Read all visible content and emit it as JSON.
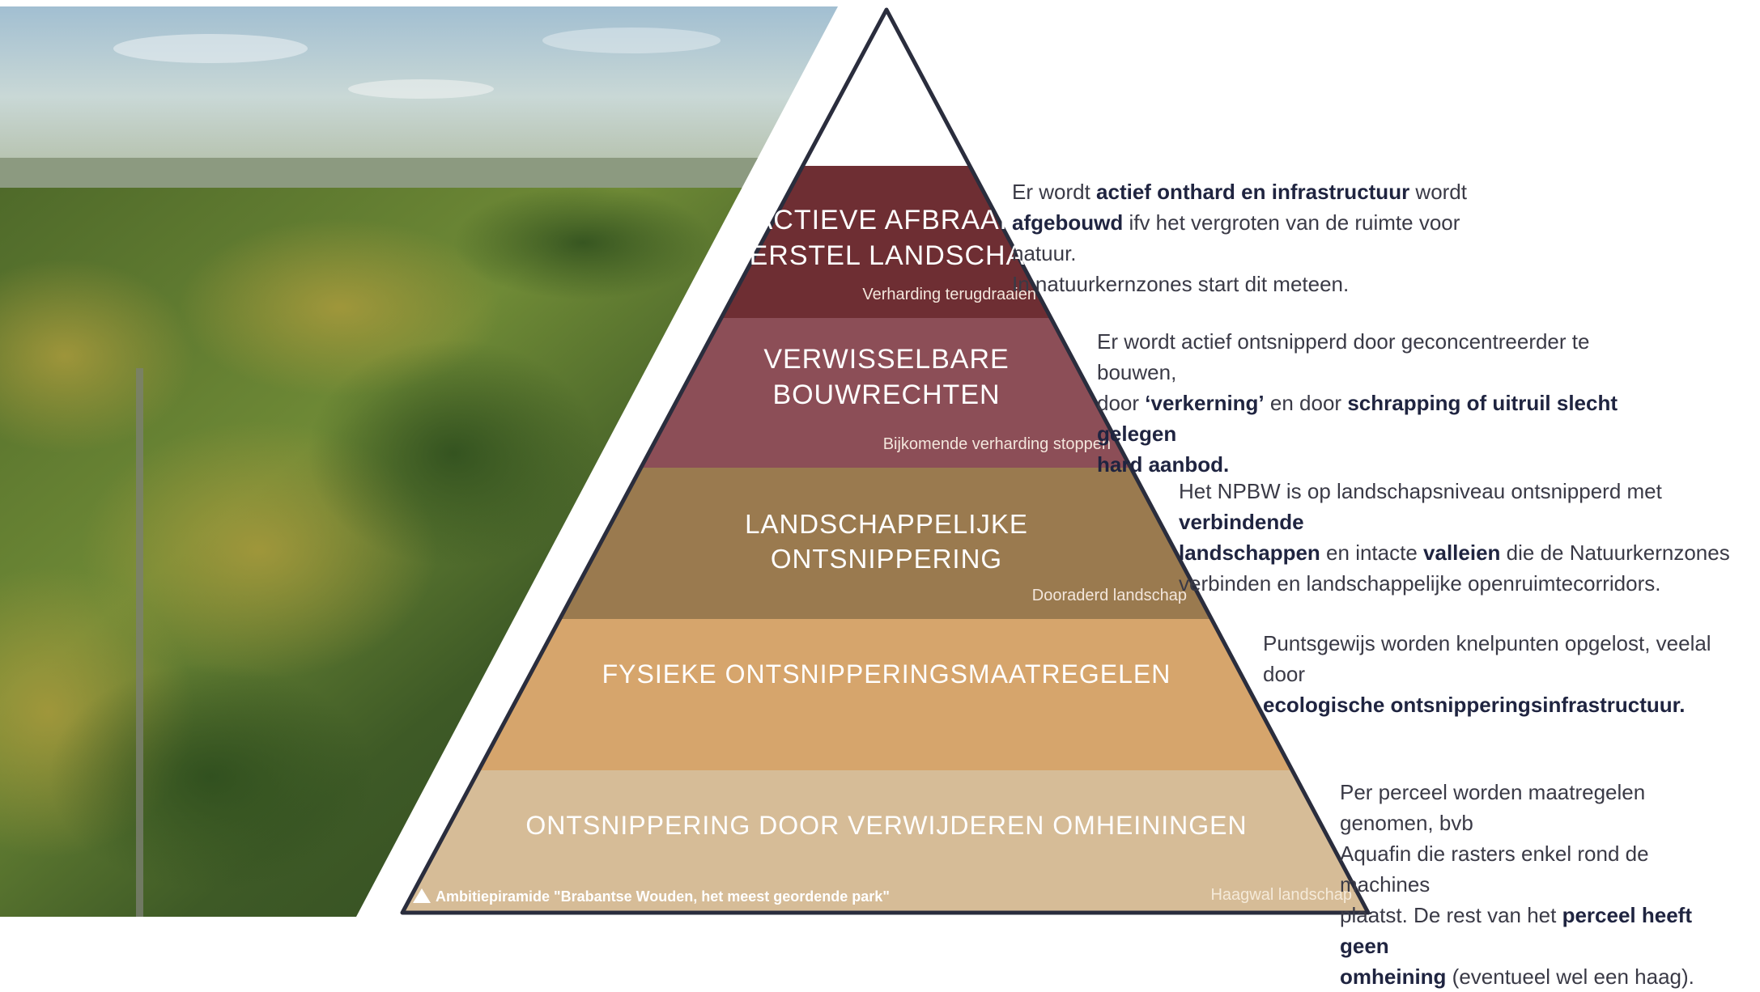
{
  "pyramid": {
    "tiers": [
      {
        "title_lines": [
          "ACTIEVE AFBRAAK",
          "HERSTEL LANDSCHAP"
        ],
        "subtitle": "Verharding terugdraaien",
        "color": "#6e2e33"
      },
      {
        "title_lines": [
          "VERWISSELBARE",
          "BOUWRECHTEN"
        ],
        "subtitle": "Bijkomende verharding stoppen",
        "color": "#8c4e57"
      },
      {
        "title_lines": [
          "LANDSCHAPPELIJKE ONTSNIPPERING"
        ],
        "subtitle": "Dooraderd landschap",
        "color": "#9a7a4f"
      },
      {
        "title_lines": [
          "FYSIEKE ONTSNIPPERINGSMAATREGELEN"
        ],
        "subtitle": "",
        "color": "#d6a56c"
      },
      {
        "title_lines": [
          "ONTSNIPPERING DOOR VERWIJDEREN OMHEININGEN"
        ],
        "subtitle": "Haagwal landschap",
        "color": "#d6bc97"
      }
    ],
    "caption": "Ambitiepiramide \"Brabantse Wouden, het meest geordende park\""
  },
  "descriptions": [
    {
      "lines": [
        [
          {
            "t": "Er wordt "
          },
          {
            "t": "actief onthard en infrastructuur",
            "b": true
          },
          {
            "t": " wordt"
          }
        ],
        [
          {
            "t": "afgebouwd",
            "b": true
          },
          {
            "t": " ifv het vergroten van de ruimte voor natuur."
          }
        ],
        [
          {
            "t": "In natuurkernzones start dit meteen."
          }
        ]
      ]
    },
    {
      "lines": [
        [
          {
            "t": "Er wordt actief ontsnipperd door geconcentreerder te bouwen,"
          }
        ],
        [
          {
            "t": "door "
          },
          {
            "t": "‘verkerning’",
            "b": true
          },
          {
            "t": " en door "
          },
          {
            "t": "schrapping of uitruil slecht gelegen",
            "b": true
          }
        ],
        [
          {
            "t": "hard aanbod.",
            "b": true
          }
        ]
      ]
    },
    {
      "lines": [
        [
          {
            "t": "Het NPBW is op landschapsniveau ontsnipperd met "
          },
          {
            "t": "verbindende",
            "b": true
          }
        ],
        [
          {
            "t": "landschappen",
            "b": true
          },
          {
            "t": " en intacte "
          },
          {
            "t": "valleien",
            "b": true
          },
          {
            "t": " die de Natuurkernzones"
          }
        ],
        [
          {
            "t": "verbinden en landschappelijke openruimtecorridors."
          }
        ]
      ]
    },
    {
      "lines": [
        [
          {
            "t": "Puntsgewijs worden knelpunten opgelost, veelal door"
          }
        ],
        [
          {
            "t": "ecologische ontsnipperingsinfrastructuur.",
            "b": true
          }
        ]
      ]
    },
    {
      "lines": [
        [
          {
            "t": "Per perceel worden maatregelen genomen, bvb"
          }
        ],
        [
          {
            "t": "Aquafin die rasters enkel rond de machines"
          }
        ],
        [
          {
            "t": "plaatst. De rest van het "
          },
          {
            "t": "perceel heeft geen",
            "b": true
          }
        ],
        [
          {
            "t": "omheining",
            "b": true
          },
          {
            "t": " (eventueel wel een haag)."
          }
        ]
      ]
    }
  ],
  "colors": {
    "outline": "#2a2d3d",
    "sky_top": "#a9c4d6",
    "forest_dark": "#2f4a22",
    "forest_light": "#7a8f3c"
  }
}
